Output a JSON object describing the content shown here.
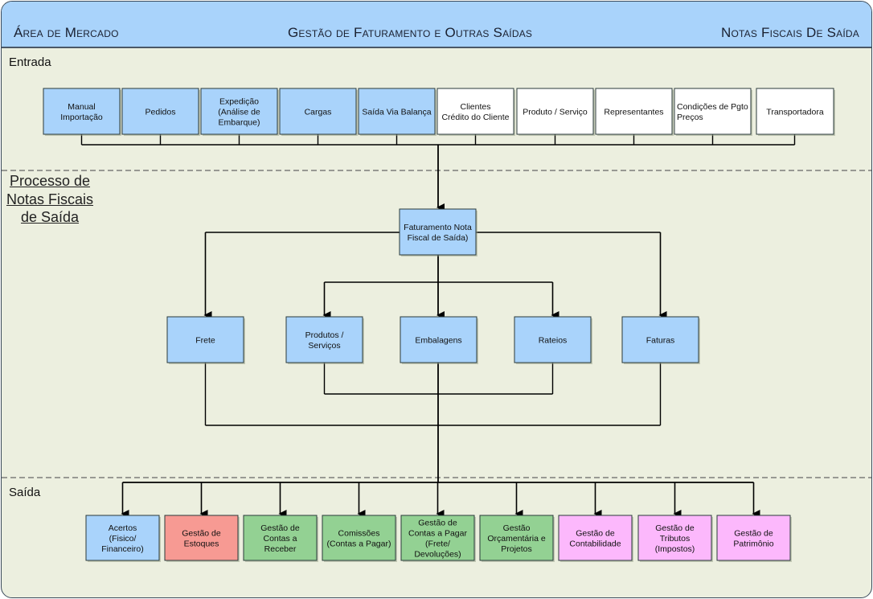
{
  "header": {
    "left": "Área de Mercado",
    "center": "Gestão de Faturamento e Outras Saídas",
    "right": "Notas Fiscais De Saída"
  },
  "sections": {
    "entrada": "Entrada",
    "processo": [
      "Processo de",
      "Notas Fiscais",
      "de Saída"
    ],
    "saida": "Saída"
  },
  "colors": {
    "header_bg": "#a9d3fb",
    "canvas_bg": "#ecefdf",
    "blue": "#a9d3fb",
    "white": "#ffffff",
    "red": "#f79a93",
    "green": "#93d193",
    "pink": "#fcb8fc"
  },
  "entrada_boxes": [
    {
      "id": "manual-importacao",
      "lines": [
        "Manual",
        "Importação"
      ],
      "color": "blue"
    },
    {
      "id": "pedidos",
      "lines": [
        "Pedidos"
      ],
      "color": "blue"
    },
    {
      "id": "expedicao",
      "lines": [
        "Expedição",
        "(Análise de",
        "Embarque)"
      ],
      "color": "blue"
    },
    {
      "id": "cargas",
      "lines": [
        "Cargas"
      ],
      "color": "blue"
    },
    {
      "id": "saida-via-balanca",
      "lines": [
        "Saída Via Balança"
      ],
      "color": "blue"
    },
    {
      "id": "clientes",
      "lines": [
        "Clientes",
        "Crédito do Cliente"
      ],
      "color": "white"
    },
    {
      "id": "produto-servico",
      "lines": [
        "Produto / Serviço"
      ],
      "color": "white"
    },
    {
      "id": "representantes",
      "lines": [
        "Representantes"
      ],
      "color": "white"
    },
    {
      "id": "condicoes-pgto",
      "lines": [
        "Condições de Pgto",
        "Preços"
      ],
      "color": "white",
      "align": "left"
    },
    {
      "id": "transportadora",
      "lines": [
        "Transportadora"
      ],
      "color": "white"
    }
  ],
  "process_main": {
    "id": "faturamento-nota-fiscal",
    "lines": [
      "Faturamento Nota",
      "Fiscal de Saída)"
    ],
    "color": "blue"
  },
  "process_boxes": [
    {
      "id": "frete",
      "lines": [
        "Frete"
      ],
      "color": "blue"
    },
    {
      "id": "produtos-servicos",
      "lines": [
        "Produtos /",
        "Serviços"
      ],
      "color": "blue"
    },
    {
      "id": "embalagens",
      "lines": [
        "Embalagens"
      ],
      "color": "blue"
    },
    {
      "id": "rateios",
      "lines": [
        "Rateios"
      ],
      "color": "blue"
    },
    {
      "id": "faturas",
      "lines": [
        "Faturas"
      ],
      "color": "blue"
    }
  ],
  "saida_boxes": [
    {
      "id": "acertos",
      "lines": [
        "Acertos",
        "(Fisico/",
        "Financeiro)"
      ],
      "color": "blue"
    },
    {
      "id": "gestao-estoques",
      "lines": [
        "Gestão de",
        "Estoques"
      ],
      "color": "red"
    },
    {
      "id": "contas-receber",
      "lines": [
        "Gestão de",
        "Contas a",
        "Receber"
      ],
      "color": "green"
    },
    {
      "id": "comissoes",
      "lines": [
        "Comissões",
        "(Contas a Pagar)"
      ],
      "color": "green"
    },
    {
      "id": "contas-pagar",
      "lines": [
        "Gestão de",
        "Contas a Pagar",
        "(Frete/",
        "Devoluções)"
      ],
      "color": "green"
    },
    {
      "id": "orcamentaria",
      "lines": [
        "Gestão",
        "Orçamentária e",
        "Projetos"
      ],
      "color": "green"
    },
    {
      "id": "contabilidade",
      "lines": [
        "Gestão de",
        "Contabilidade"
      ],
      "color": "pink"
    },
    {
      "id": "tributos",
      "lines": [
        "Gestão de",
        "Tributos",
        "(Impostos)"
      ],
      "color": "pink"
    },
    {
      "id": "patrimonio",
      "lines": [
        "Gestão de",
        "Patrimônio"
      ],
      "color": "pink"
    }
  ]
}
